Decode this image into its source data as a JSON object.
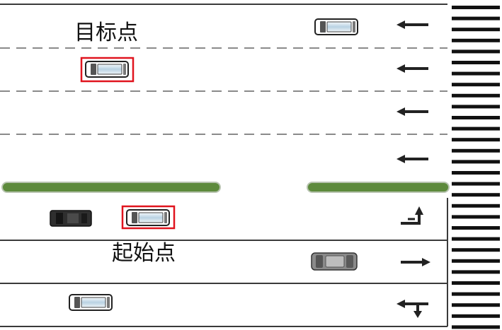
{
  "labels": {
    "target": "目标点",
    "start": "起始点"
  },
  "colors": {
    "road_line": "#3a3a3a",
    "dashed_line": "#8a8a8a",
    "median": "#5d8a3c",
    "highlight": "#e0141e",
    "arrow": "#222222",
    "crosswalk": "#111111"
  },
  "icons": {
    "upper_lanes": [
      "arrow-left-icon",
      "arrow-left-icon",
      "arrow-left-icon",
      "arrow-left-icon"
    ],
    "lower_lanes": [
      "u-turn-left-icon",
      "arrow-right-icon",
      "straight-or-left-icon"
    ]
  },
  "vehicles": [
    {
      "name": "car-upper-lane-1",
      "style": "white",
      "highlighted": false
    },
    {
      "name": "target-car",
      "style": "white",
      "highlighted": true
    },
    {
      "name": "car-lower-lane-1-dark",
      "style": "dark",
      "highlighted": false
    },
    {
      "name": "start-car",
      "style": "white",
      "highlighted": true
    },
    {
      "name": "car-lower-lane-2-gray",
      "style": "gray",
      "highlighted": false
    },
    {
      "name": "car-lower-lane-3",
      "style": "white",
      "highlighted": false
    }
  ]
}
